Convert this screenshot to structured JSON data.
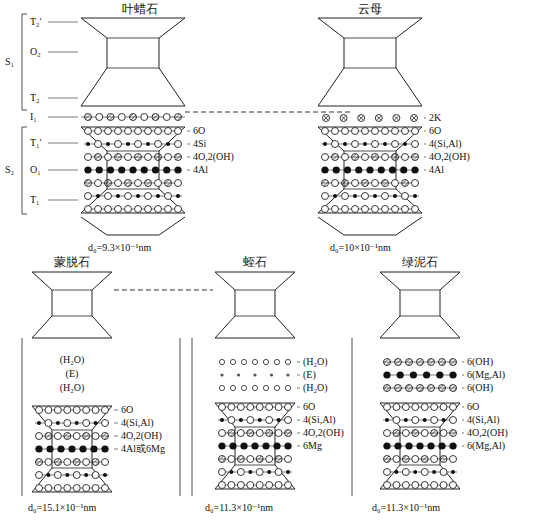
{
  "diagram": {
    "labels": [
      "叶蜡石",
      "T₂′",
      "O₂",
      "T₂",
      "S₁",
      "I₁",
      "T₁′",
      "O₁",
      "T₁",
      "S₂",
      "6O",
      "4Si",
      "4O,2(OH)",
      "4Al",
      "d₀=9.3×10⁻¹nm",
      "云母",
      "2K",
      "6O",
      "4(Si,Al)",
      "4O,2(OH)",
      "4Al",
      "d₀=10×10⁻¹nm",
      "蒙脱石",
      "(H₂O)",
      "(E)",
      "(H₂O)",
      "6O",
      "4(Si,Al)",
      "4O,2(OH)",
      "4Al或6Mg",
      "d₀=15.1×10⁻¹nm",
      "蛭石",
      "(H₂O)",
      "(E)",
      "(H₂O)",
      "6O",
      "4(Si,Al)",
      "4O,2(OH)",
      "6Mg",
      "d₀=11.3×10⁻¹nm",
      "绿泥石",
      "6(OH)",
      "6(Mg,Al)",
      "6(OH)",
      "6O",
      "4(Si,Al)",
      "4O,2(OH)",
      "6(Mg,Al)",
      "d₀=11.3×10⁻¹nm"
    ]
  }
}
